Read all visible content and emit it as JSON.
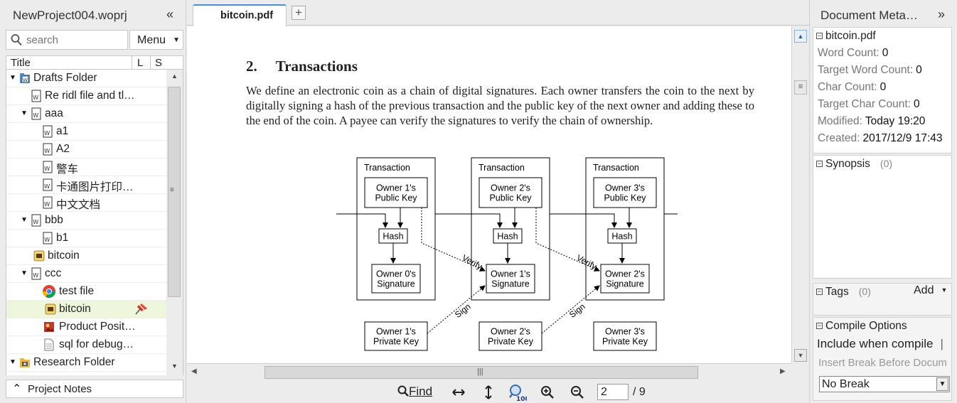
{
  "project": {
    "title": "NewProject004.woprj",
    "collapse_glyph": "«"
  },
  "search": {
    "placeholder": "search",
    "menu_label": "Menu"
  },
  "tree": {
    "columns": {
      "title": "Title",
      "l": "L",
      "s": "S"
    },
    "rows": [
      {
        "label": "Drafts Folder",
        "icon": "drafts-folder-icon"
      },
      {
        "label": "Re ridl file and tl…",
        "icon": "document-icon"
      },
      {
        "label": "aaa",
        "icon": "document-icon"
      },
      {
        "label": "a1",
        "icon": "document-icon"
      },
      {
        "label": "A2",
        "icon": "document-icon"
      },
      {
        "label": "警车",
        "icon": "document-icon"
      },
      {
        "label": "卡通图片打印…",
        "icon": "document-icon"
      },
      {
        "label": "中文文档",
        "icon": "document-icon"
      },
      {
        "label": "bbb",
        "icon": "document-icon"
      },
      {
        "label": "b1",
        "icon": "document-icon"
      },
      {
        "label": "bitcoin",
        "icon": "pdf-icon"
      },
      {
        "label": "ccc",
        "icon": "document-icon"
      },
      {
        "label": "test file",
        "icon": "chrome-icon"
      },
      {
        "label": "bitcoin",
        "icon": "pdf-icon",
        "selected": true,
        "pinned": true
      },
      {
        "label": "Product Posit…",
        "icon": "image-icon"
      },
      {
        "label": "sql for debug…",
        "icon": "text-file-icon"
      },
      {
        "label": "Research Folder",
        "icon": "research-folder-icon"
      }
    ]
  },
  "project_notes": {
    "label": "Project Notes"
  },
  "tabs": [
    {
      "label": "bitcoin.pdf",
      "active": true
    }
  ],
  "pdf": {
    "section_num": "2.",
    "section_title": "Transactions",
    "paragraph": "We define an electronic coin as a chain of digital signatures.  Each owner transfers the coin to the next by digitally signing a hash of the previous transaction and the public key of the next owner and adding these to the end of the coin.  A payee can verify the signatures to verify the chain of ownership.",
    "diagram": {
      "transaction_label": "Transaction",
      "hash_label": "Hash",
      "verify_label": "Verify",
      "sign_label": "Sign",
      "public_keys": [
        [
          "Owner 1's",
          "Public Key"
        ],
        [
          "Owner 2's",
          "Public Key"
        ],
        [
          "Owner 3's",
          "Public Key"
        ]
      ],
      "signatures": [
        [
          "Owner 0's",
          "Signature"
        ],
        [
          "Owner 1's",
          "Signature"
        ],
        [
          "Owner 2's",
          "Signature"
        ]
      ],
      "private_keys": [
        [
          "Owner 1's",
          "Private Key"
        ],
        [
          "Owner 2's",
          "Private Key"
        ],
        [
          "Owner 3's",
          "Private Key"
        ]
      ]
    }
  },
  "toolbar": {
    "find_label": "Find",
    "page_value": "2",
    "page_total": "/ 9"
  },
  "meta": {
    "panel_title": "Document Meta…",
    "file_name": "bitcoin.pdf",
    "word_count_label": "Word Count:",
    "word_count": "0",
    "target_word_count_label": "Target Word Count:",
    "target_word_count": "0",
    "char_count_label": "Char Count:",
    "char_count": "0",
    "target_char_count_label": "Target Char Count:",
    "target_char_count": "0",
    "modified_label": "Modified:",
    "modified": "Today 19:20",
    "created_label": "Created:",
    "created": "2017/12/9 17:43",
    "synopsis_label": "Synopsis",
    "synopsis_count": "(0)",
    "tags_label": "Tags",
    "tags_count": "(0)",
    "add_label": "Add",
    "compile_label": "Compile Options",
    "include_label": "Include when compile",
    "insert_break_label": "Insert Break Before Docum",
    "break_value": "No Break"
  },
  "colors": {
    "accent": "#4a8fd6",
    "selected_row": "#eef7dc"
  }
}
